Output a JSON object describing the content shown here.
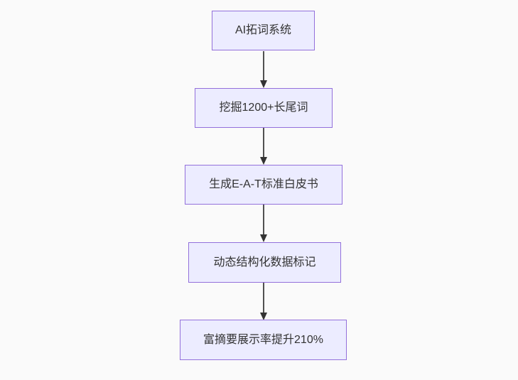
{
  "diagram": {
    "type": "flowchart",
    "direction": "top-down",
    "nodes": [
      {
        "label": "AI拓词系统"
      },
      {
        "label": "挖掘1200+长尾词"
      },
      {
        "label": "生成E-A-T标准白皮书"
      },
      {
        "label": "动态结构化数据标记"
      },
      {
        "label": "富摘要展示率提升210%"
      }
    ],
    "edges": [
      {
        "from": 0,
        "to": 1,
        "style": "solid-arrow"
      },
      {
        "from": 1,
        "to": 2,
        "style": "solid-arrow"
      },
      {
        "from": 2,
        "to": 3,
        "style": "solid-arrow"
      },
      {
        "from": 3,
        "to": 4,
        "style": "solid-arrow"
      }
    ],
    "colors": {
      "background": "#fafafa",
      "node_fill": "#ececff",
      "node_border": "#9370db",
      "edge": "#333333",
      "text": "#333333"
    }
  }
}
